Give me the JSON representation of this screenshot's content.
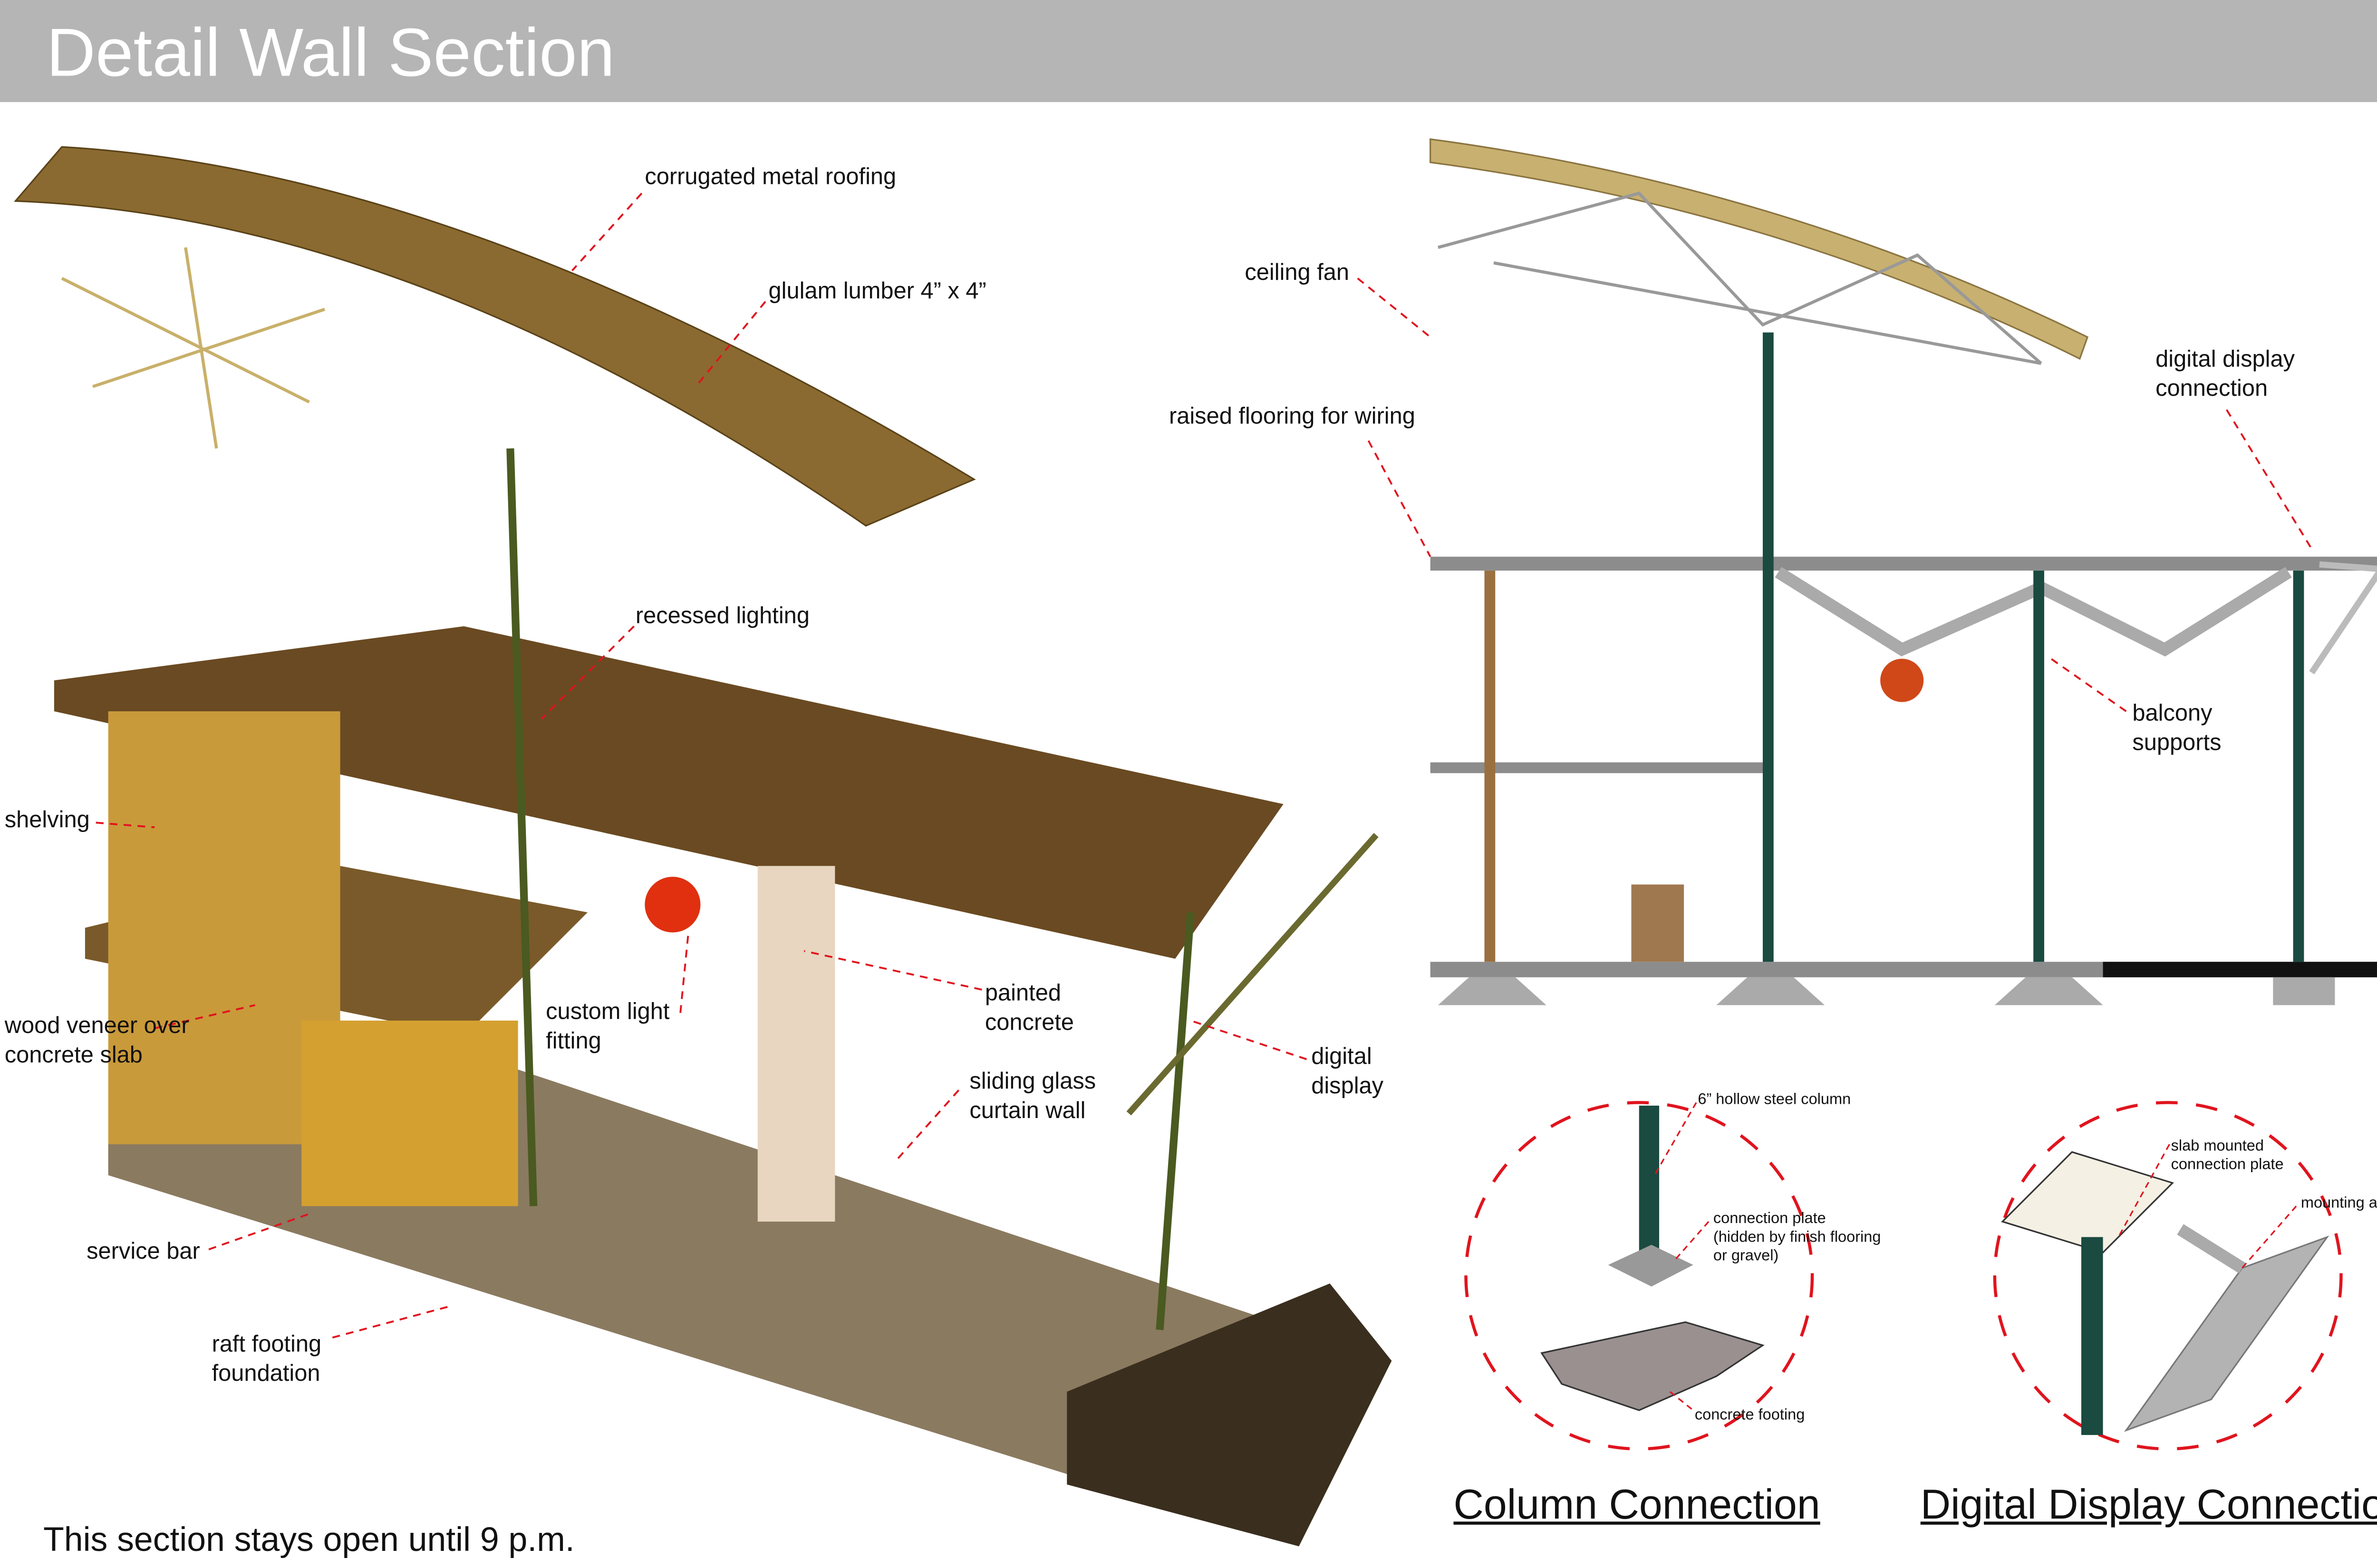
{
  "header": {
    "title": "Detail Wall Section"
  },
  "perspective_labels": [
    "corrugated metal roofing",
    "glulam lumber 4” x 4”",
    "recessed lighting",
    "shelving",
    "wood veneer over",
    "concrete slab",
    "custom light",
    "fitting",
    "painted",
    "concrete",
    "sliding glass",
    "curtain wall",
    "digital",
    "display",
    "service bar",
    "raft footing",
    "foundation"
  ],
  "section_labels": [
    "ceiling fan",
    "raised flooring for wiring",
    "digital display",
    "connection",
    "balcony",
    "supports"
  ],
  "column_detail": {
    "title": "Column Connection",
    "labels": [
      "6” hollow steel column",
      "connection plate",
      "(hidden by finish flooring",
      "or gravel)",
      "concrete footing"
    ]
  },
  "display_detail": {
    "title": "Digital Display Connection",
    "labels": [
      "slab mounted",
      "connection plate",
      "mounting arm"
    ]
  },
  "footer": {
    "note": "This section stays open until 9 p.m."
  },
  "colors": {
    "header": "#b5b5b5",
    "leader": "#e0141e",
    "steel": "#1a4a40",
    "wood": "#7a5a2a"
  }
}
